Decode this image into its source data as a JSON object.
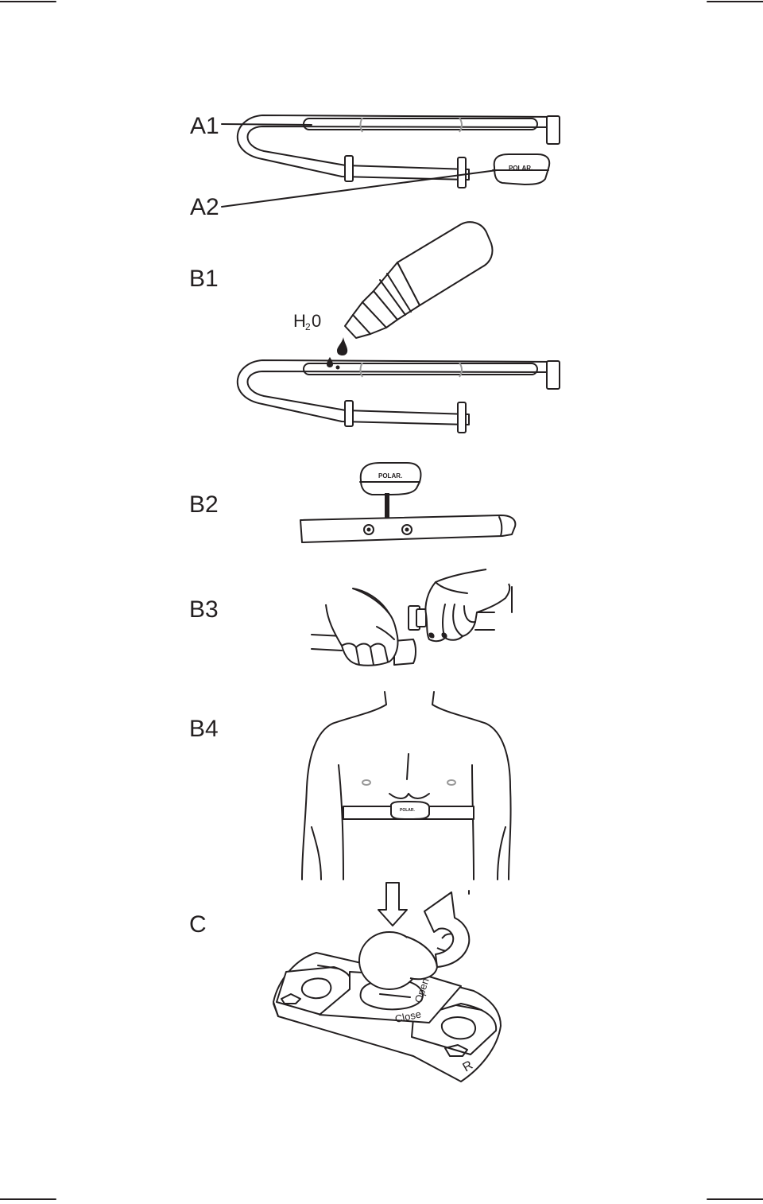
{
  "labels": {
    "a1": "A1",
    "a2": "A2",
    "b1": "B1",
    "b2": "B2",
    "b3": "B3",
    "b4": "B4",
    "c": "C"
  },
  "water": {
    "h": "H",
    "sub": "2",
    "o": "0"
  },
  "brand": "POLAR.",
  "cover": {
    "open": "Open",
    "close": "Close",
    "r": "R"
  },
  "icons": [
    "chest-strap",
    "transmitter",
    "water-bottle",
    "water-drop",
    "hands",
    "torso",
    "down-arrow",
    "rotate-arrow",
    "battery-cover"
  ]
}
